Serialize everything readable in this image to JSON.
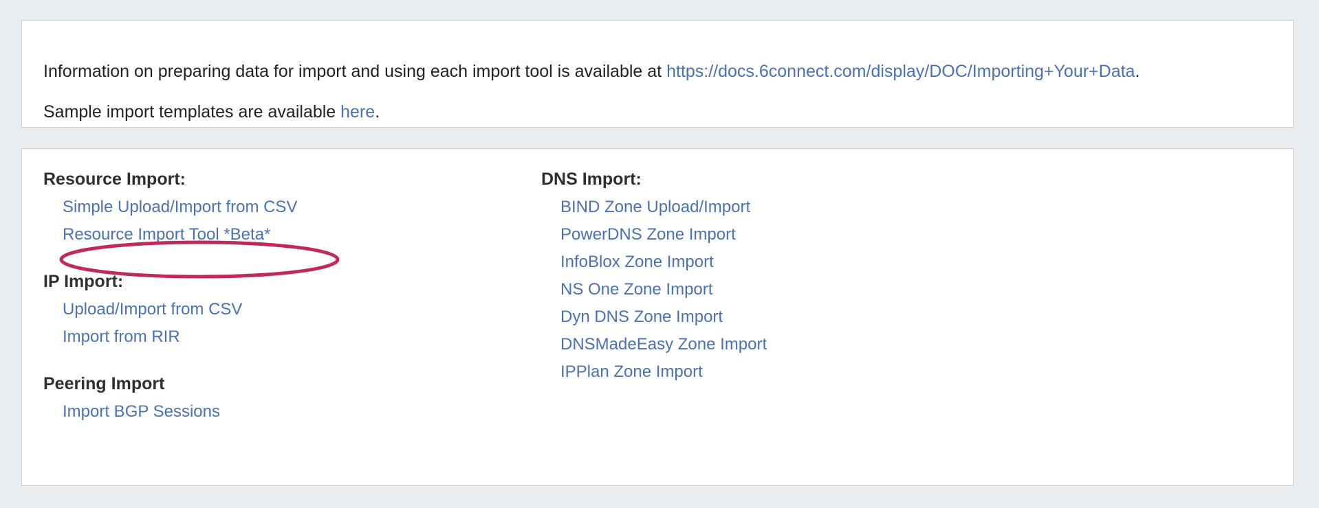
{
  "page": {
    "background_color": "#e9edf0",
    "link_color": "#4a72b0",
    "heading_color": "#2f2f2f",
    "annotation_color": "#c1285c"
  },
  "info_panel": {
    "line1": {
      "prefix": "Information on preparing data for import and using each import tool is available at ",
      "link": "https://docs.6connect.com/display/DOC/Importing+Your+Data",
      "suffix": "."
    },
    "line2": {
      "prefix": "Sample import templates are available ",
      "link": "here",
      "suffix": "."
    }
  },
  "tools_panel": {
    "left_column": [
      {
        "title": "Resource Import:",
        "links": [
          "Simple Upload/Import from CSV",
          "Resource Import Tool *Beta*"
        ]
      },
      {
        "title": "IP Import:",
        "links": [
          "Upload/Import from CSV",
          "Import from RIR"
        ]
      },
      {
        "title": "Peering Import",
        "links": [
          "Import BGP Sessions"
        ]
      }
    ],
    "right_column": [
      {
        "title": "DNS Import:",
        "links": [
          "BIND Zone Upload/Import",
          "PowerDNS Zone Import",
          "InfoBlox Zone Import",
          "NS One Zone Import",
          "Dyn DNS Zone Import",
          "DNSMadeEasy Zone Import",
          "IPPlan Zone Import"
        ]
      }
    ]
  },
  "annotation": {
    "type": "ellipse-highlight",
    "target_label": "Resource Import Tool *Beta*",
    "color": "#c1285c"
  }
}
